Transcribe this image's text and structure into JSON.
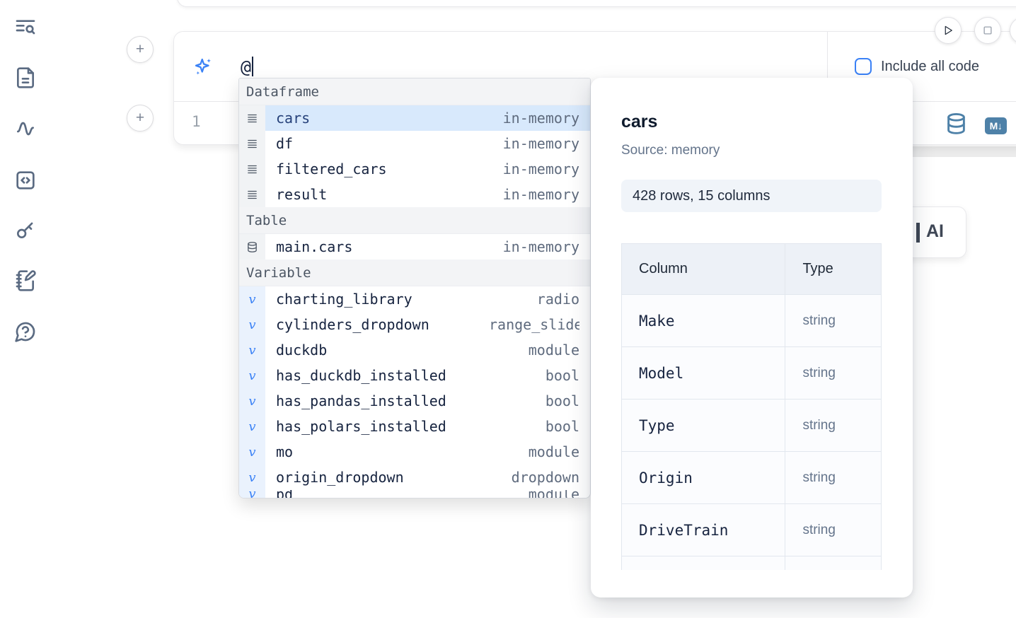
{
  "colors": {
    "accent_blue": "#3b82f6",
    "steel_blue": "#4e81a8",
    "selection_blue": "#d8e9fc",
    "sidebar_icon": "#5b6b82"
  },
  "sidebar": {
    "icons": [
      "text-search",
      "file-document",
      "activity",
      "code-snippets",
      "key",
      "notebook-pen",
      "help-chat"
    ]
  },
  "toolbar": {
    "add_cell_label": "+"
  },
  "ai_cell": {
    "prompt_value": "@",
    "include_all_code_label": "Include all code"
  },
  "code_cell": {
    "line_number": "1",
    "markdown_badge": "M↓"
  },
  "ai_card": {
    "visible_label": "AI"
  },
  "autocomplete": {
    "variable_glyph": "v",
    "sections": [
      {
        "label": "Dataframe",
        "items": [
          {
            "name": "cars",
            "type": "in-memory",
            "icon": "rows-icon",
            "selected": true
          },
          {
            "name": "df",
            "type": "in-memory",
            "icon": "rows-icon",
            "selected": false
          },
          {
            "name": "filtered_cars",
            "type": "in-memory",
            "icon": "rows-icon",
            "selected": false
          },
          {
            "name": "result",
            "type": "in-memory",
            "icon": "rows-icon",
            "selected": false
          }
        ]
      },
      {
        "label": "Table",
        "items": [
          {
            "name": "main.cars",
            "type": "in-memory",
            "icon": "database-icon",
            "selected": false
          }
        ]
      },
      {
        "label": "Variable",
        "items": [
          {
            "name": "charting_library",
            "type": "radio",
            "icon": "variable-icon",
            "selected": false
          },
          {
            "name": "cylinders_dropdown",
            "type": "range_slider",
            "icon": "variable-icon",
            "selected": false
          },
          {
            "name": "duckdb",
            "type": "module",
            "icon": "variable-icon",
            "selected": false
          },
          {
            "name": "has_duckdb_installed",
            "type": "bool",
            "icon": "variable-icon",
            "selected": false
          },
          {
            "name": "has_pandas_installed",
            "type": "bool",
            "icon": "variable-icon",
            "selected": false
          },
          {
            "name": "has_polars_installed",
            "type": "bool",
            "icon": "variable-icon",
            "selected": false
          },
          {
            "name": "mo",
            "type": "module",
            "icon": "variable-icon",
            "selected": false
          },
          {
            "name": "origin_dropdown",
            "type": "dropdown",
            "icon": "variable-icon",
            "selected": false
          },
          {
            "name": "pd",
            "type": "module",
            "icon": "variable-icon",
            "selected": false,
            "clipped": true
          }
        ]
      }
    ]
  },
  "preview": {
    "title": "cars",
    "source": "Source: memory",
    "shape": "428 rows, 15 columns",
    "table": {
      "headers": [
        "Column",
        "Type"
      ],
      "rows": [
        [
          "Make",
          "string"
        ],
        [
          "Model",
          "string"
        ],
        [
          "Type",
          "string"
        ],
        [
          "Origin",
          "string"
        ],
        [
          "DriveTrain",
          "string"
        ]
      ]
    }
  }
}
